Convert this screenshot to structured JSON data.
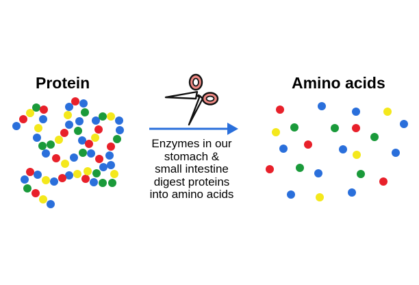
{
  "protein_title": "Protein",
  "amino_title": "Amino acids",
  "caption_lines": [
    "Enzymes in our",
    "stomach &",
    "small intestine",
    "digest proteins",
    "into amino acids"
  ],
  "icons": {
    "scissors": "scissors-icon",
    "arrow": "right-arrow-icon"
  },
  "colors": {
    "red": "#e8202a",
    "yellow": "#f4e81c",
    "green": "#1a9a3a",
    "blue": "#2a6fdb",
    "arrow": "#2a6fdb",
    "scissors_handle": "#f08a85"
  }
}
